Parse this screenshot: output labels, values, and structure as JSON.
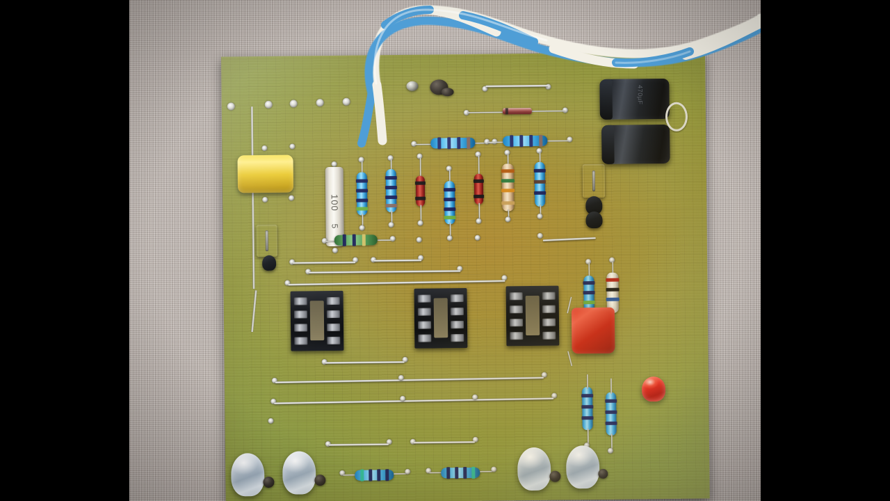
{
  "image": {
    "subject": "Electronic circuit board photograph",
    "kind": "photo",
    "letterbox": "pillarbox-black-bars",
    "background_surface": "woven beige fabric"
  },
  "board": {
    "name": "perfboard-pcb",
    "material": "phenolic / FR2 perfboard",
    "color": "#a89138"
  },
  "wiring": {
    "cable_label": "twisted power cable",
    "conductor_colors": [
      "#ffffff",
      "#4f9ed6"
    ]
  },
  "components": {
    "electrolytic_capacitors": [
      {
        "id": "C1",
        "label": "470uF",
        "print": "470µF",
        "color": "#15181e"
      },
      {
        "id": "C2",
        "label": "470uF",
        "print": "",
        "color": "#15181e"
      }
    ],
    "film_capacitor": {
      "id": "C3",
      "label": "yellow film capacitor",
      "color": "#e9c82b"
    },
    "dipped_capacitor": {
      "id": "C4",
      "label": "red dipped capacitor",
      "color": "#cc2418"
    },
    "power_resistor": {
      "id": "R0",
      "label": "100 5W",
      "print_top": "100",
      "print_bottom": "5",
      "color": "#eae6dc"
    },
    "trimmer_pots": [
      {
        "id": "VR1",
        "label": "blue trimmer potentiometer",
        "color": "#2f5cb0"
      },
      {
        "id": "VR2",
        "label": "blue trimmer potentiometer",
        "color": "#2f5cb0"
      }
    ],
    "ic_sockets": [
      {
        "id": "IC1",
        "label": "8-pin DIP socket",
        "pins": 8,
        "populated": false
      },
      {
        "id": "IC2",
        "label": "8-pin DIP socket",
        "pins": 8,
        "populated": false
      },
      {
        "id": "IC3",
        "label": "8-pin DIP socket",
        "pins": 8,
        "populated": false
      }
    ],
    "leds": [
      {
        "id": "LED1",
        "label": "clear LED",
        "color": "#cfd9e2"
      },
      {
        "id": "LED2",
        "label": "clear LED",
        "color": "#cfd9e2"
      },
      {
        "id": "LED3",
        "label": "clear LED",
        "color": "#cfd9e2"
      },
      {
        "id": "LED4",
        "label": "clear LED",
        "color": "#cfd9e2"
      },
      {
        "id": "LED5",
        "label": "red LED",
        "color": "#e8251a"
      }
    ],
    "diodes": [
      {
        "id": "D1",
        "label": "glass signal diode",
        "color": "#8a3a38"
      }
    ],
    "transistor": {
      "id": "Q1",
      "label": "small signal transistor",
      "color": "#15181d"
    },
    "resistors": [
      {
        "id": "R1",
        "body": "blue",
        "bands": [
          "#2b2f6b",
          "#2b2f6b",
          "#8a6a60"
        ]
      },
      {
        "id": "R2",
        "body": "blue",
        "bands": [
          "#2b2f6b",
          "#2b2f6b",
          "#8a6a60"
        ]
      },
      {
        "id": "R3",
        "body": "red",
        "bands": [
          "#1a1a1a",
          "#1a1a1a"
        ]
      },
      {
        "id": "R4",
        "body": "blue",
        "bands": [
          "#1b2058",
          "#1b2058",
          "#6fae3c"
        ]
      },
      {
        "id": "R5",
        "body": "red",
        "bands": [
          "#1a1a1a",
          "#1a1a1a"
        ]
      },
      {
        "id": "R6",
        "body": "beige",
        "bands": [
          "#b45c12",
          "#2f7a3c",
          "#d68a1c",
          "#c9a05a"
        ]
      },
      {
        "id": "R7",
        "body": "blue",
        "bands": [
          "#1b2058",
          "#5a3a2e",
          "#1b2058"
        ]
      },
      {
        "id": "R8",
        "body": "green",
        "bands": [
          "#1b2058",
          "#1b2058",
          "#d6c46a"
        ]
      },
      {
        "id": "R9",
        "body": "blue",
        "bands": [
          "#1b2058",
          "#1b2058",
          "#6fae3c"
        ]
      },
      {
        "id": "R10",
        "body": "white",
        "bands": [
          "#b01a12",
          "#111111",
          "#1c4fa0"
        ]
      },
      {
        "id": "R11",
        "body": "blue",
        "bands": [
          "#1b2058",
          "#1b2058",
          "#1b2058"
        ]
      },
      {
        "id": "R12",
        "body": "blue",
        "bands": [
          "#1b2058",
          "#1b2058",
          "#1b2058"
        ]
      },
      {
        "id": "R13",
        "body": "blue",
        "bands": [
          "#1b2058",
          "#1b2058",
          "#6fae3c"
        ]
      },
      {
        "id": "R14",
        "body": "blue",
        "bands": [
          "#1b2058",
          "#1b2058",
          "#6fae3c"
        ]
      },
      {
        "id": "R15",
        "body": "blue",
        "bands": [
          "#2b2f6b",
          "#2b2f6b",
          "#8a6a60"
        ]
      },
      {
        "id": "R16",
        "body": "blue",
        "bands": [
          "#2b2f6b",
          "#2b2f6b",
          "#8a6a60"
        ]
      }
    ],
    "jumper_wire_count": 16,
    "solder_pad_count": 5
  }
}
